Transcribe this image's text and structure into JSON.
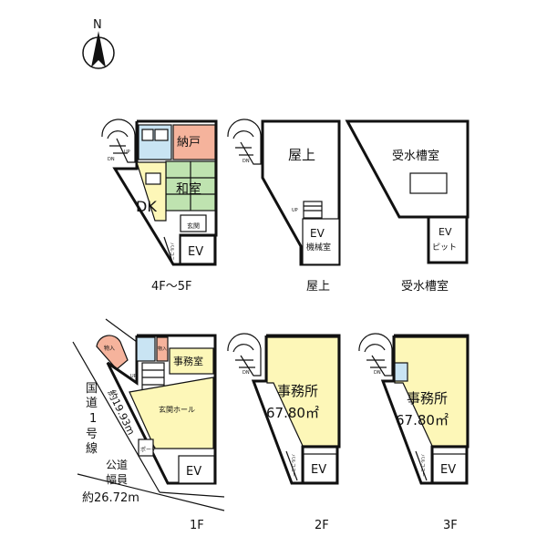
{
  "compass": {
    "north_label": "N"
  },
  "floors": {
    "f45": {
      "caption": "4F～5F",
      "rooms": {
        "storage": "納戸",
        "washitsu": "和室",
        "dk": "DK",
        "entrance": "玄関",
        "ev": "EV",
        "balcony": "バルコニー",
        "up": "UP",
        "dn": "DN"
      }
    },
    "roof": {
      "caption": "屋上",
      "rooms": {
        "rooftop": "屋上",
        "ev_line1": "EV",
        "ev_line2": "機械室",
        "up": "UP",
        "dn": "DN"
      }
    },
    "tank": {
      "caption": "受水槽室",
      "rooms": {
        "tank_room": "受水槽室",
        "ev_line1": "EV",
        "ev_line2": "ピット"
      }
    },
    "f1": {
      "caption": "1F",
      "rooms": {
        "storage1": "物入",
        "storage2": "物入",
        "office": "事務室",
        "hall": "玄関ホール",
        "porch": "ポーチ",
        "ev": "EV",
        "up": "UP"
      },
      "road_national": {
        "line1": "国",
        "line2": "道",
        "line3": "1",
        "line4": "号",
        "line5": "線"
      },
      "road_width_national": "約19.93m",
      "road_public": {
        "line1": "公道",
        "line2": "幅員",
        "line3": "約26.72m"
      }
    },
    "f2": {
      "caption": "2F",
      "rooms": {
        "office": "事務所",
        "area": "67.80㎡",
        "ev": "EV",
        "balcony": "バルコニー",
        "dn": "DN"
      }
    },
    "f3": {
      "caption": "3F",
      "rooms": {
        "office": "事務所",
        "area": "67.80㎡",
        "ev": "EV",
        "balcony": "バルコニー",
        "dn": "DN"
      }
    }
  },
  "colors": {
    "office_fill": "#fdf7b8",
    "storage_fill": "#f5b39c",
    "washitsu_fill": "#bfe3b0",
    "wet_fill": "#c9e4f3"
  }
}
